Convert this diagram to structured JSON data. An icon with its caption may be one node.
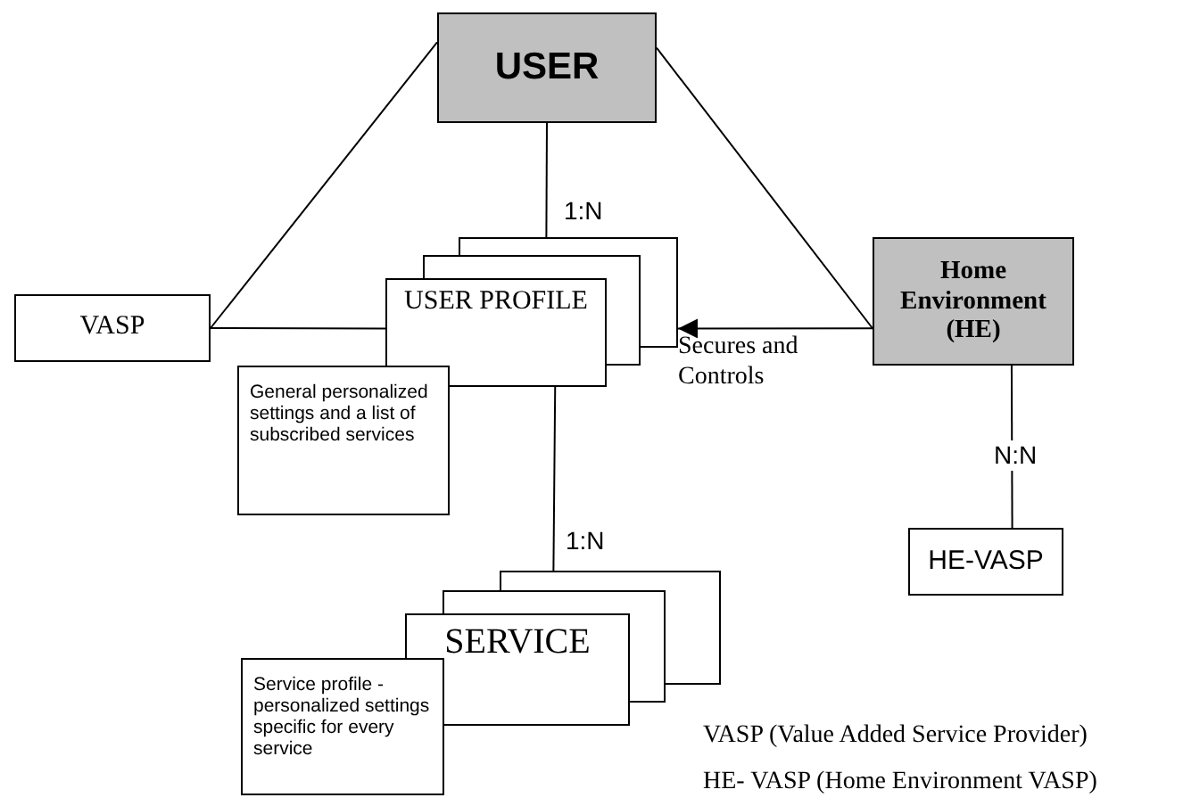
{
  "diagram": {
    "nodes": [
      {
        "text": [
          "USER"
        ]
      },
      {
        "text": [
          "VASP"
        ]
      },
      {
        "text": [
          "USER PROFILE"
        ]
      },
      {
        "text": [
          "General personalized settings and a list of subscribed services"
        ]
      },
      {
        "text": [
          "Home Environment (HE)"
        ]
      },
      {
        "text": [
          "HE-VASP"
        ]
      },
      {
        "text": [
          "SERVICE"
        ]
      },
      {
        "text": [
          "Service profile - personalized settings specific for every service"
        ]
      }
    ],
    "edges": [
      {
        "from": 0,
        "to": 1,
        "arrow": "none"
      },
      {
        "from": 0,
        "to": 4,
        "arrow": "none"
      },
      {
        "from": 0,
        "to": 2,
        "arrow": "none",
        "label": "1:N"
      },
      {
        "from": 1,
        "to": 2,
        "arrow": "none"
      },
      {
        "from": 4,
        "to": 2,
        "arrow": "to",
        "label": "Secures and Controls"
      },
      {
        "from": 2,
        "to": 6,
        "arrow": "none",
        "label": "1:N"
      },
      {
        "from": 4,
        "to": 5,
        "arrow": "none",
        "label": "N:N"
      }
    ],
    "labels": [
      "VASP  (Value Added Service Provider)",
      "HE- VASP (Home Environment VASP)"
    ]
  }
}
